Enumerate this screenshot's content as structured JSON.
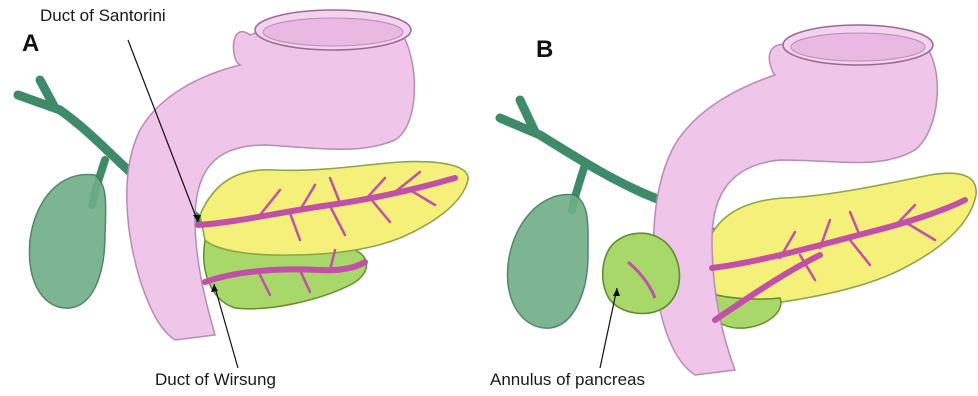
{
  "panels": [
    {
      "letter": "A",
      "labels": [
        "Duct of Santorini",
        "Duct of Wirsung"
      ]
    },
    {
      "letter": "B",
      "labels": [
        "Annulus of pancreas"
      ]
    }
  ],
  "colors": {
    "duodenum": "#efc6ea",
    "duodenum_stroke": "#b98bb3",
    "pancreas_head": "#f4f07a",
    "pancreas_stroke": "#8aa84a",
    "ventral_pancreas": "#a9d86a",
    "ducts": "#c24fa8",
    "gallbladder": "#5fa07a",
    "bile_duct": "#3f8a68"
  }
}
